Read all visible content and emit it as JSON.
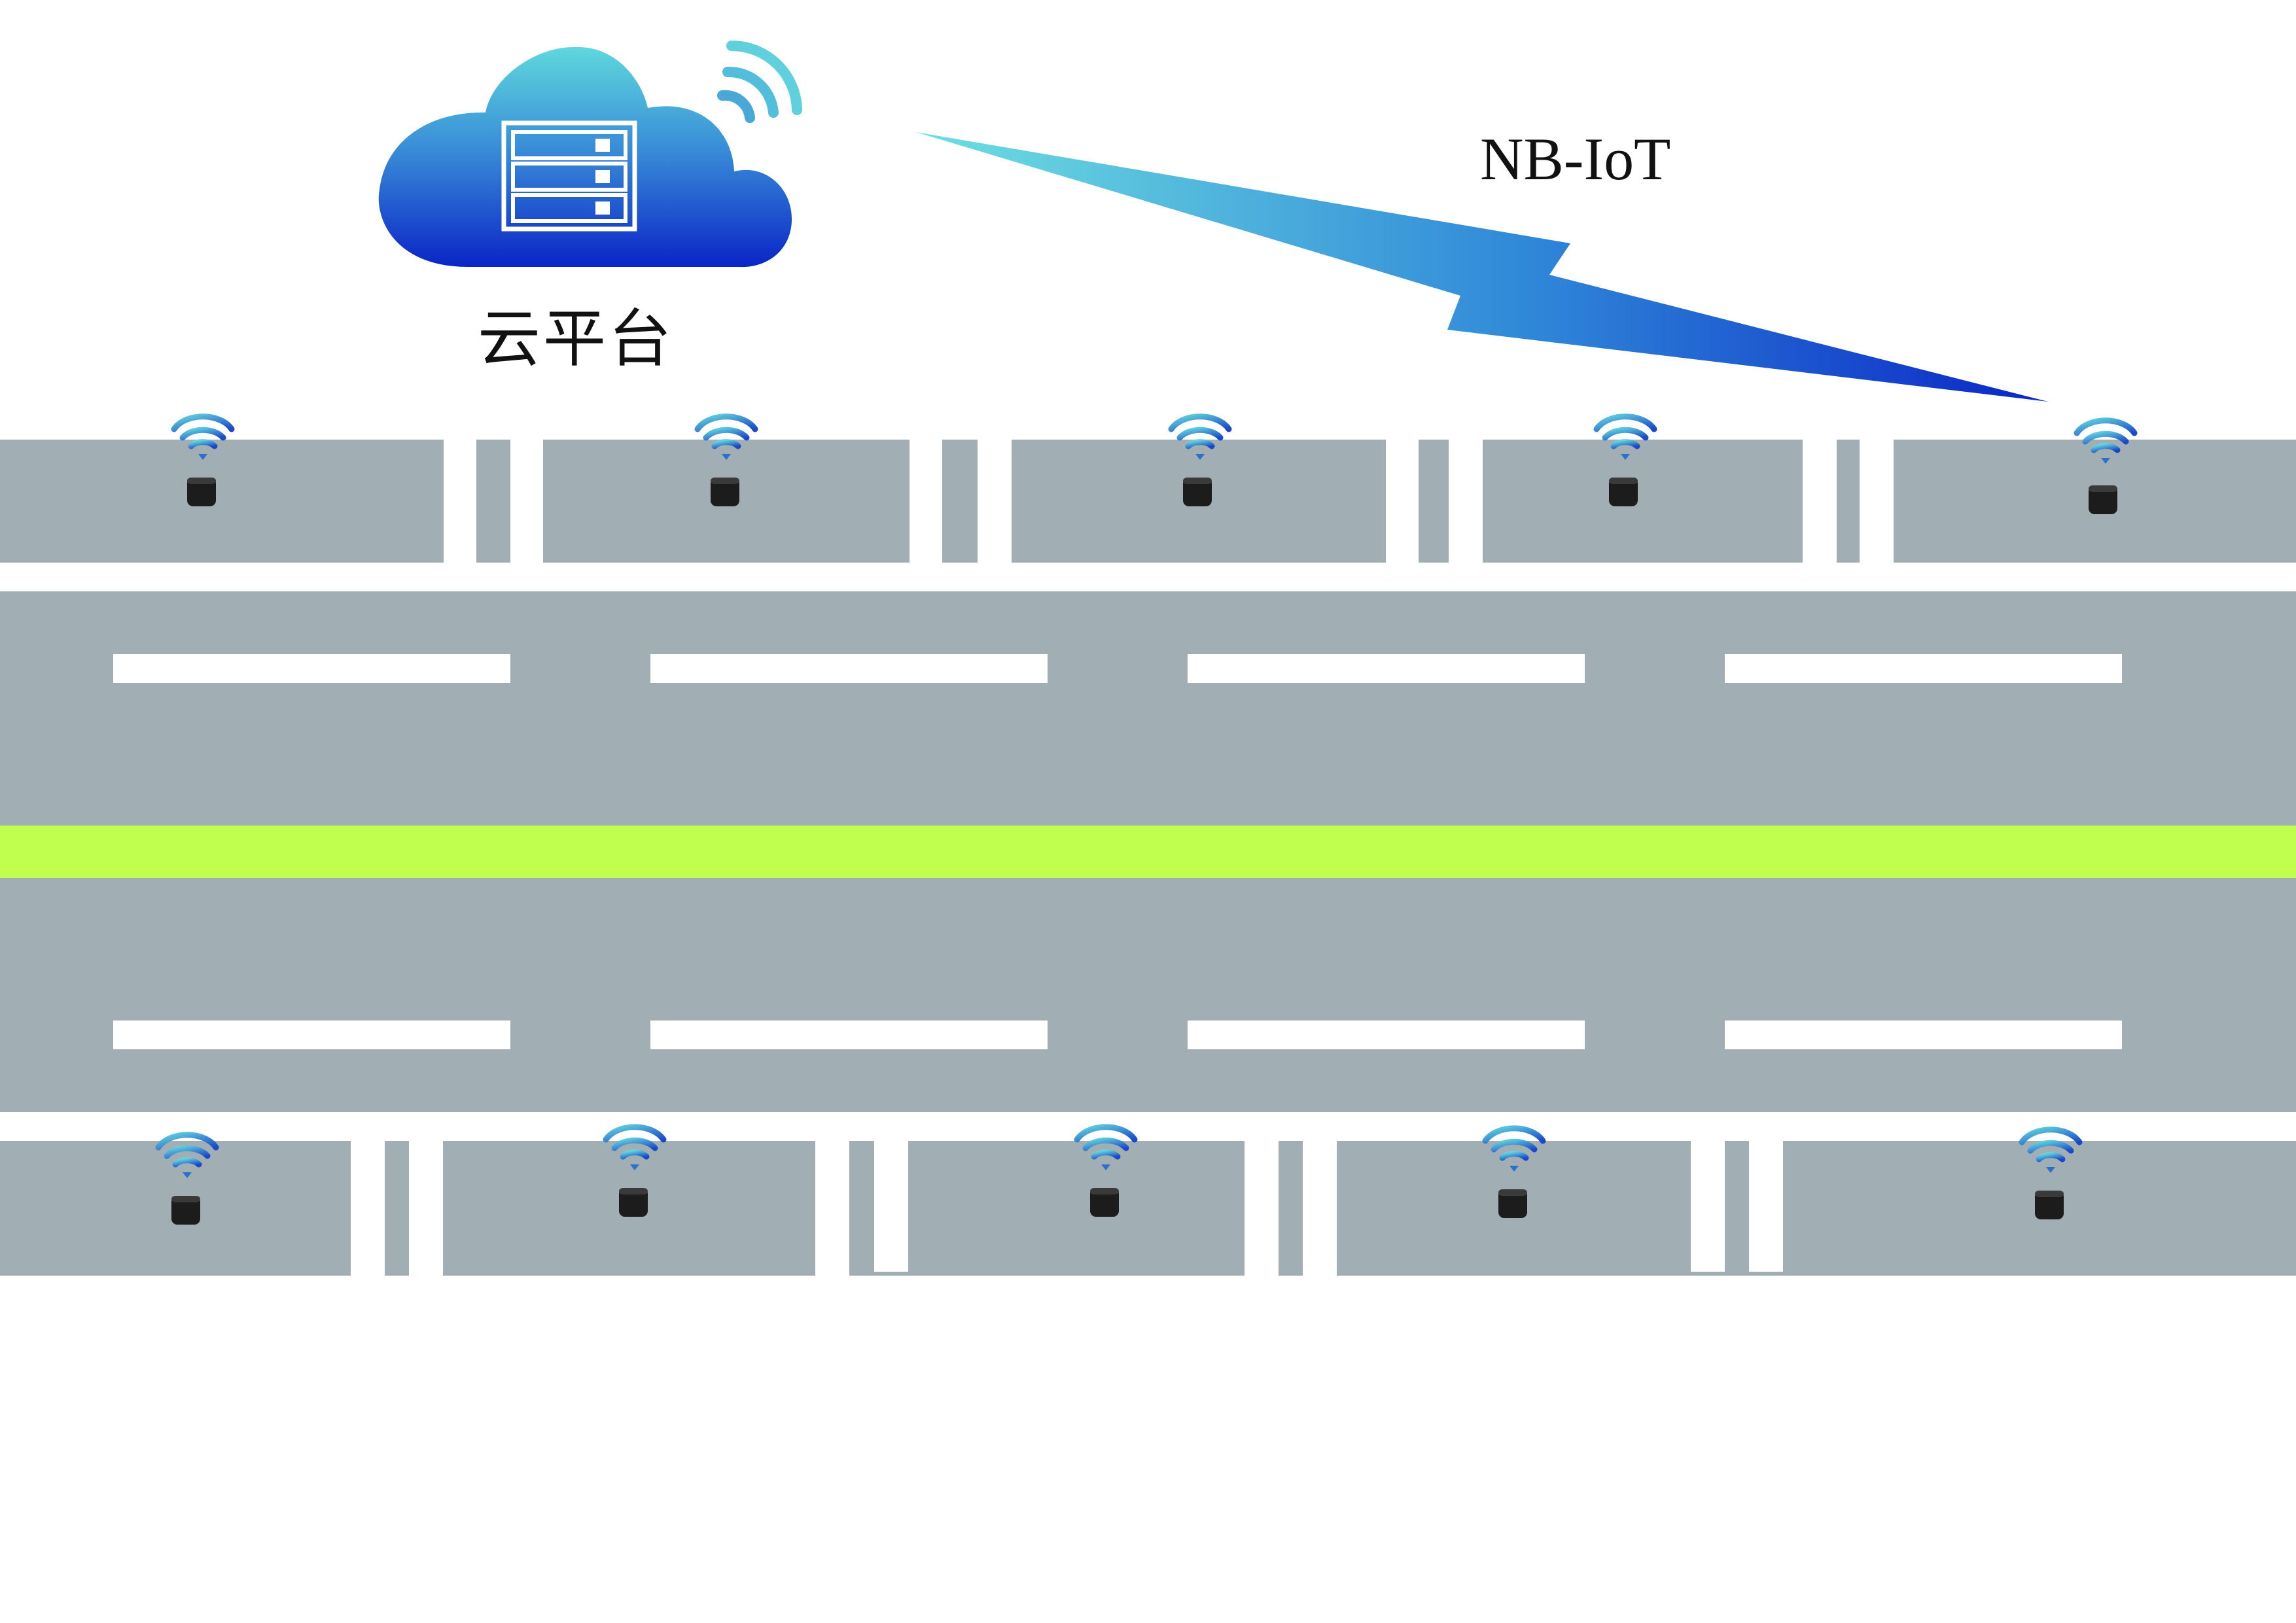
{
  "cloud": {
    "label": "云平台",
    "icon": "cloud-server-icon"
  },
  "link": {
    "label": "NB-IoT",
    "icon": "lightning-bolt-icon"
  },
  "colors": {
    "road": "#a1aeb4",
    "marking": "#ffffff",
    "median": "#c1ff4f",
    "cloud_top": "#5fd8dc",
    "cloud_bottom": "#0a25c6",
    "sensor": "#1c1c1c"
  },
  "sensors": {
    "top_row_count": 5,
    "bottom_row_count": 5,
    "icon": "parking-sensor-icon",
    "signal_icon": "wifi-signal-icon"
  }
}
